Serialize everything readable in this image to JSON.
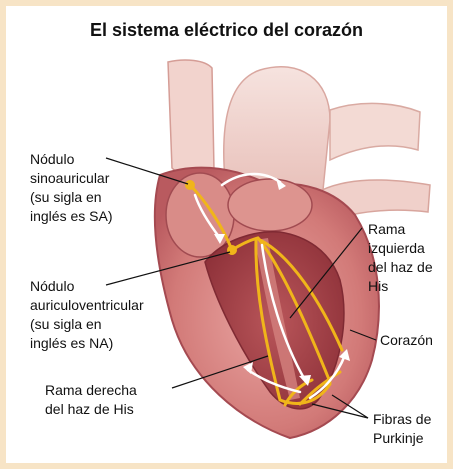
{
  "title": "El sistema eléctrico del corazón",
  "labels": {
    "sa_node": "Nódulo\nsinoauricular\n(su sigla en\ninglés es SA)",
    "av_node": "Nódulo\nauriculoventricular\n(su sigla en\ninglés es NA)",
    "left_bundle": "Rama\nizquierda\ndel haz de\nHis",
    "heart": "Corazón",
    "right_bundle": "Rama derecha\ndel haz de His",
    "purkinje": "Fibras de\nPurkinje"
  },
  "colors": {
    "background": "#f7e4c6",
    "muscle": "#c8676a",
    "muscle_light": "#e7a9a6",
    "chamber": "#a9444b",
    "vessel": "#f1d6d2",
    "conduction": "#f0b51a",
    "arrow": "#ffffff"
  }
}
